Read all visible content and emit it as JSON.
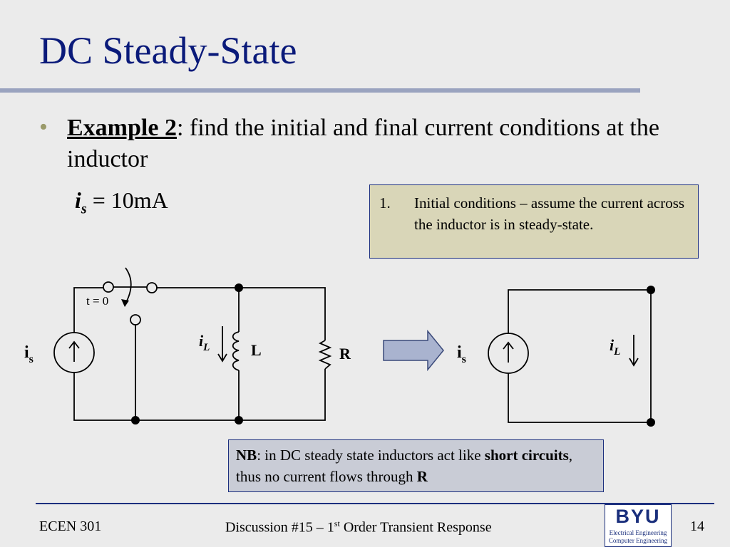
{
  "slide": {
    "title": "DC Steady-State",
    "bullet": {
      "label": "Example 2",
      "text": ": find the initial and final current conditions at the inductor"
    },
    "source_equation": {
      "symbol": "i",
      "subscript": "s",
      "value": " = 10mA"
    }
  },
  "note_box": {
    "number": "1.",
    "text": "Initial conditions – assume the current across the inductor is in steady-state."
  },
  "nb_box": {
    "label": "NB",
    "text_before": ": in DC steady state inductors act like ",
    "bold_text": "short circuits",
    "text_after": ", thus no current flows through ",
    "bold_r": "R"
  },
  "circuit_left": {
    "switch_label": "t = 0",
    "source_label": "i",
    "source_sub": "s",
    "inductor_current_label": "i",
    "inductor_current_sub": "L",
    "inductor_label": "L",
    "resistor_label": "R"
  },
  "circuit_right": {
    "source_label": "i",
    "source_sub": "s",
    "current_label": "i",
    "current_sub": "L"
  },
  "footer": {
    "course": "ECEN 301",
    "lecture_before": "Discussion #15 – 1",
    "lecture_sup": "st",
    "lecture_after": " Order Transient Response",
    "page_number": "14",
    "logo_text": "BYU",
    "logo_line1": "Electrical Engineering",
    "logo_line2": "Computer Engineering"
  },
  "colors": {
    "title": "#0a1a7a",
    "note_box_bg": "#d9d6b8",
    "nb_box_bg": "#c9ccd6",
    "arrow_fill": "#a9b3cf"
  }
}
